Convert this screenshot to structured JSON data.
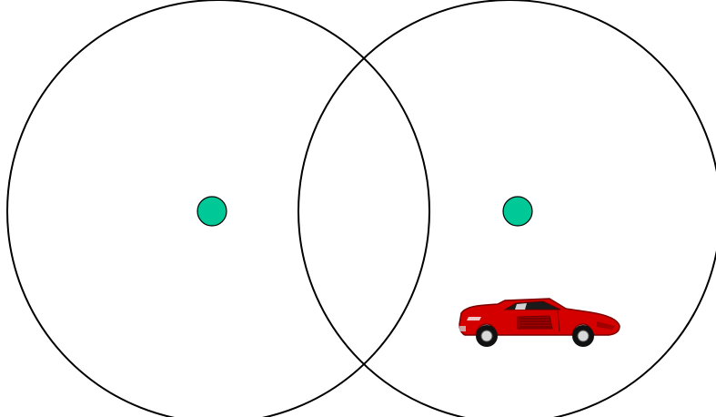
{
  "diagram": {
    "colors": {
      "background": "#ffffff",
      "circle_stroke": "#000000",
      "center_fill": "#00c896",
      "car_body": "#d40000",
      "car_dark": "#7a0000",
      "tire": "#111111",
      "wheel_rim": "#d9d9d9"
    },
    "elements": {
      "left_circle": "circle-outline",
      "right_circle": "circle-outline",
      "left_center": "center-dot",
      "right_center": "center-dot",
      "vehicle": "red-sports-car-icon"
    }
  }
}
